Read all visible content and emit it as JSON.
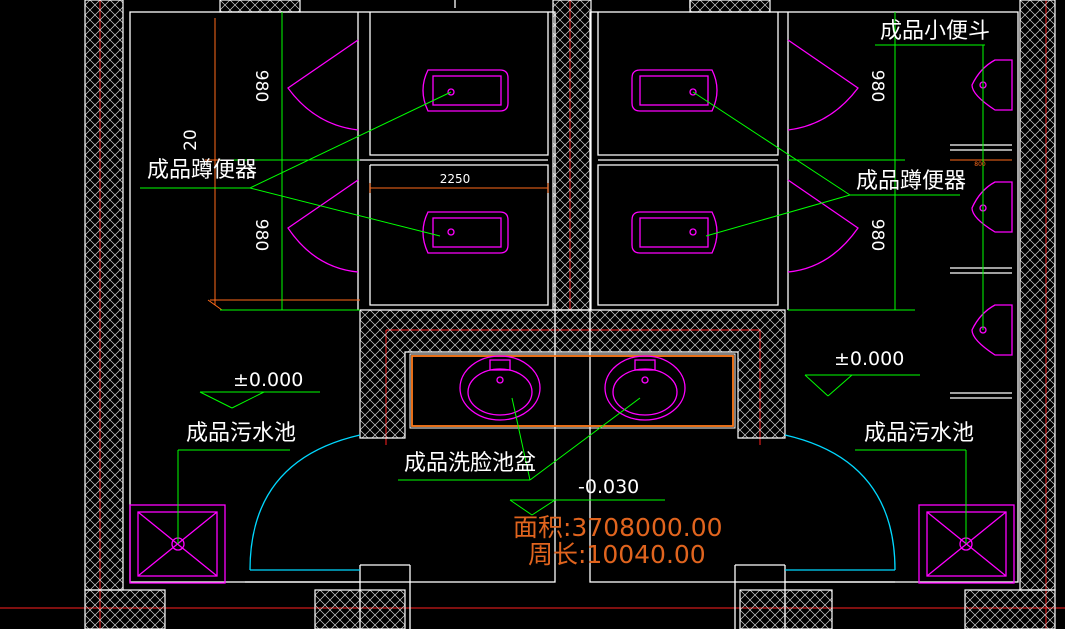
{
  "labels": {
    "squat_toilet_left": "成品蹲便器",
    "squat_toilet_right": "成品蹲便器",
    "urinal": "成品小便斗",
    "mop_sink_left": "成品污水池",
    "mop_sink_right": "成品污水池",
    "wash_basin": "成品洗脸池盆"
  },
  "dimensions": {
    "stall_left_top": "980",
    "stall_left_bottom": "980",
    "stall_right_top": "980",
    "stall_right_bottom": "980",
    "overall_partial": "20",
    "partition_length": "2250",
    "urinal_spacing": "800"
  },
  "levels": {
    "left": "±0.000",
    "right": "±0.000",
    "washroom": "-0.030"
  },
  "stats": {
    "area": "面积:3708000.00",
    "perimeter": "周长:10040.00"
  },
  "colors": {
    "background": "#000000",
    "wall_line": "#ffffff",
    "fixture": "#ff00ff",
    "leader": "#00ff00",
    "axis": "#ff2020",
    "dimension": "#ff6a1a",
    "door_arc": "#00d8ff",
    "counter": "#ff7a1a",
    "stat_text": "#e0641e"
  }
}
